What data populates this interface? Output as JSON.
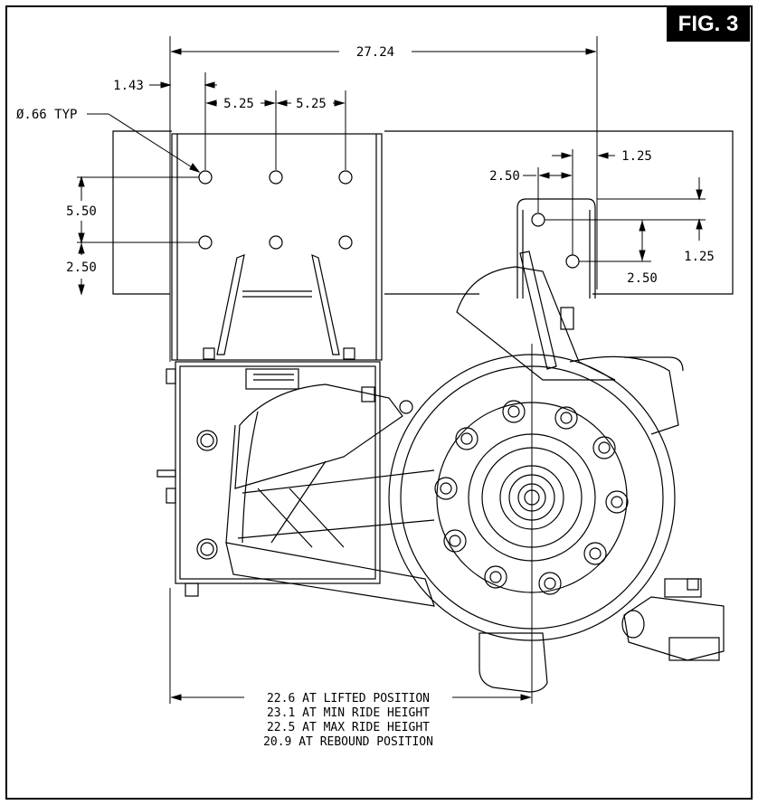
{
  "figure_label": "FIG. 3",
  "dimensions": {
    "overall_width": "27.24",
    "edge_offset": "1.43",
    "spacing_a": "5.25",
    "spacing_b": "5.25",
    "hole_dia": "Ø.66 TYP",
    "vert_5_50": "5.50",
    "vert_2_50": "2.50",
    "right_2_50_h": "2.50",
    "right_1_25_h": "1.25",
    "right_1_25_v": "1.25",
    "right_2_50_v": "2.50"
  },
  "ride_notes": [
    "22.6 AT LIFTED POSITION",
    "23.1 AT MIN RIDE HEIGHT",
    "22.5 AT MAX RIDE HEIGHT",
    "20.9 AT REBOUND POSITION"
  ]
}
